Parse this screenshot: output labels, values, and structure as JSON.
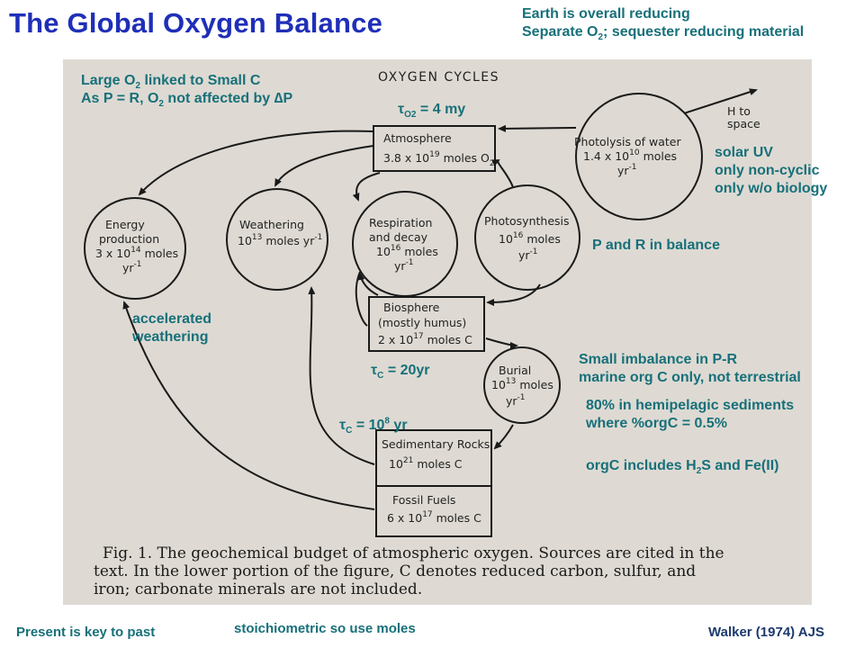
{
  "title": "The Global Oxygen Balance",
  "top_right": {
    "line1": "Earth is overall reducing",
    "line2_pre": "Separate O",
    "line2_sub": "2",
    "line2_post": "; sequester reducing material"
  },
  "notes": {
    "large_o2_pre": "Large O",
    "large_o2_sub": "2",
    "large_o2_post": " linked to Small C",
    "as_p_pre": "As P = R, O",
    "as_p_sub": "2",
    "as_p_post": " not affected by ",
    "as_p_delta": "∆P",
    "tau_o2_sym": "τ",
    "tau_o2_sub": "O2",
    "tau_o2_val": " = 4 my",
    "solar1": "solar UV",
    "solar2": "only non-cyclic",
    "solar3": "only w/o biology",
    "p_and_r": "P and R in balance",
    "acc1": "accelerated",
    "acc2": "weathering",
    "small1": "Small imbalance in P-R",
    "small2": "marine org C only, not terrestrial",
    "tau_c20_sym": "τ",
    "tau_c20_sub": "C",
    "tau_c20_val": " = 20yr",
    "pct1": "80% in hemipelagic sediments",
    "pct2": "where %orgC = 0.5%",
    "tau_c108_sym": "τ",
    "tau_c108_sub": "C",
    "tau_c108_val": " = 10",
    "tau_c108_sup": "8",
    "tau_c108_unit": " yr",
    "orgc_pre": "orgC includes H",
    "orgc_sub": "2",
    "orgc_post": "S and Fe(II)"
  },
  "footer": {
    "left": "Present is key to past",
    "center": "stoichiometric so use moles",
    "right": "Walker (1974) AJS"
  },
  "figure": {
    "heading": "OXYGEN CYCLES",
    "h_space1": "H to",
    "h_space2": "space",
    "atmosphere": {
      "l1": "Atmosphere",
      "l2": "3.8 x 10",
      "l2_sup": "19",
      "l2_post": " moles O",
      "l2_sub": "2"
    },
    "photolysis": {
      "l1": "Photolysis of water",
      "l2": "1.4 x 10",
      "l2_sup": "10",
      "l2_post": " moles",
      "l3": "yr",
      "l3_sup": "-1"
    },
    "energy": {
      "l1": "Energy",
      "l2": "production",
      "l3": "3 x 10",
      "l3_sup": "14",
      "l3_post": " moles",
      "l4": "yr",
      "l4_sup": "-1"
    },
    "weathering": {
      "l1": "Weathering",
      "l2": "10",
      "l2_sup": "13",
      "l2_post": " moles yr",
      "l2_sup2": "-1"
    },
    "respiration": {
      "l1": "Respiration",
      "l2": "and decay",
      "l3": "10",
      "l3_sup": "16",
      "l3_post": " moles",
      "l4": "yr",
      "l4_sup": "-1"
    },
    "photosynthesis": {
      "l1": "Photosynthesis",
      "l2": "10",
      "l2_sup": "16",
      "l2_post": " moles",
      "l3": "yr",
      "l3_sup": "-1"
    },
    "biosphere": {
      "l1": "Biosphere",
      "l2": "(mostly humus)",
      "l3": "2 x 10",
      "l3_sup": "17",
      "l3_post": " moles C"
    },
    "burial": {
      "l1": "Burial",
      "l2": "10",
      "l2_sup": "13",
      "l2_post": " moles",
      "l3": "yr",
      "l3_sup": "-1"
    },
    "sedimentary": {
      "l1": "Sedimentary Rocks",
      "l2": "10",
      "l2_sup": "21",
      "l2_post": " moles C"
    },
    "fossil": {
      "l1": "Fossil Fuels",
      "l2": "6 x 10",
      "l2_sup": "17",
      "l2_post": " moles C"
    },
    "caption1": "Fig. 1. The geochemical budget of atmospheric oxygen. Sources are cited in the",
    "caption2": "text. In the lower portion of the figure, C denotes reduced carbon, sulfur, and",
    "caption3": "iron; carbonate minerals are not included."
  }
}
